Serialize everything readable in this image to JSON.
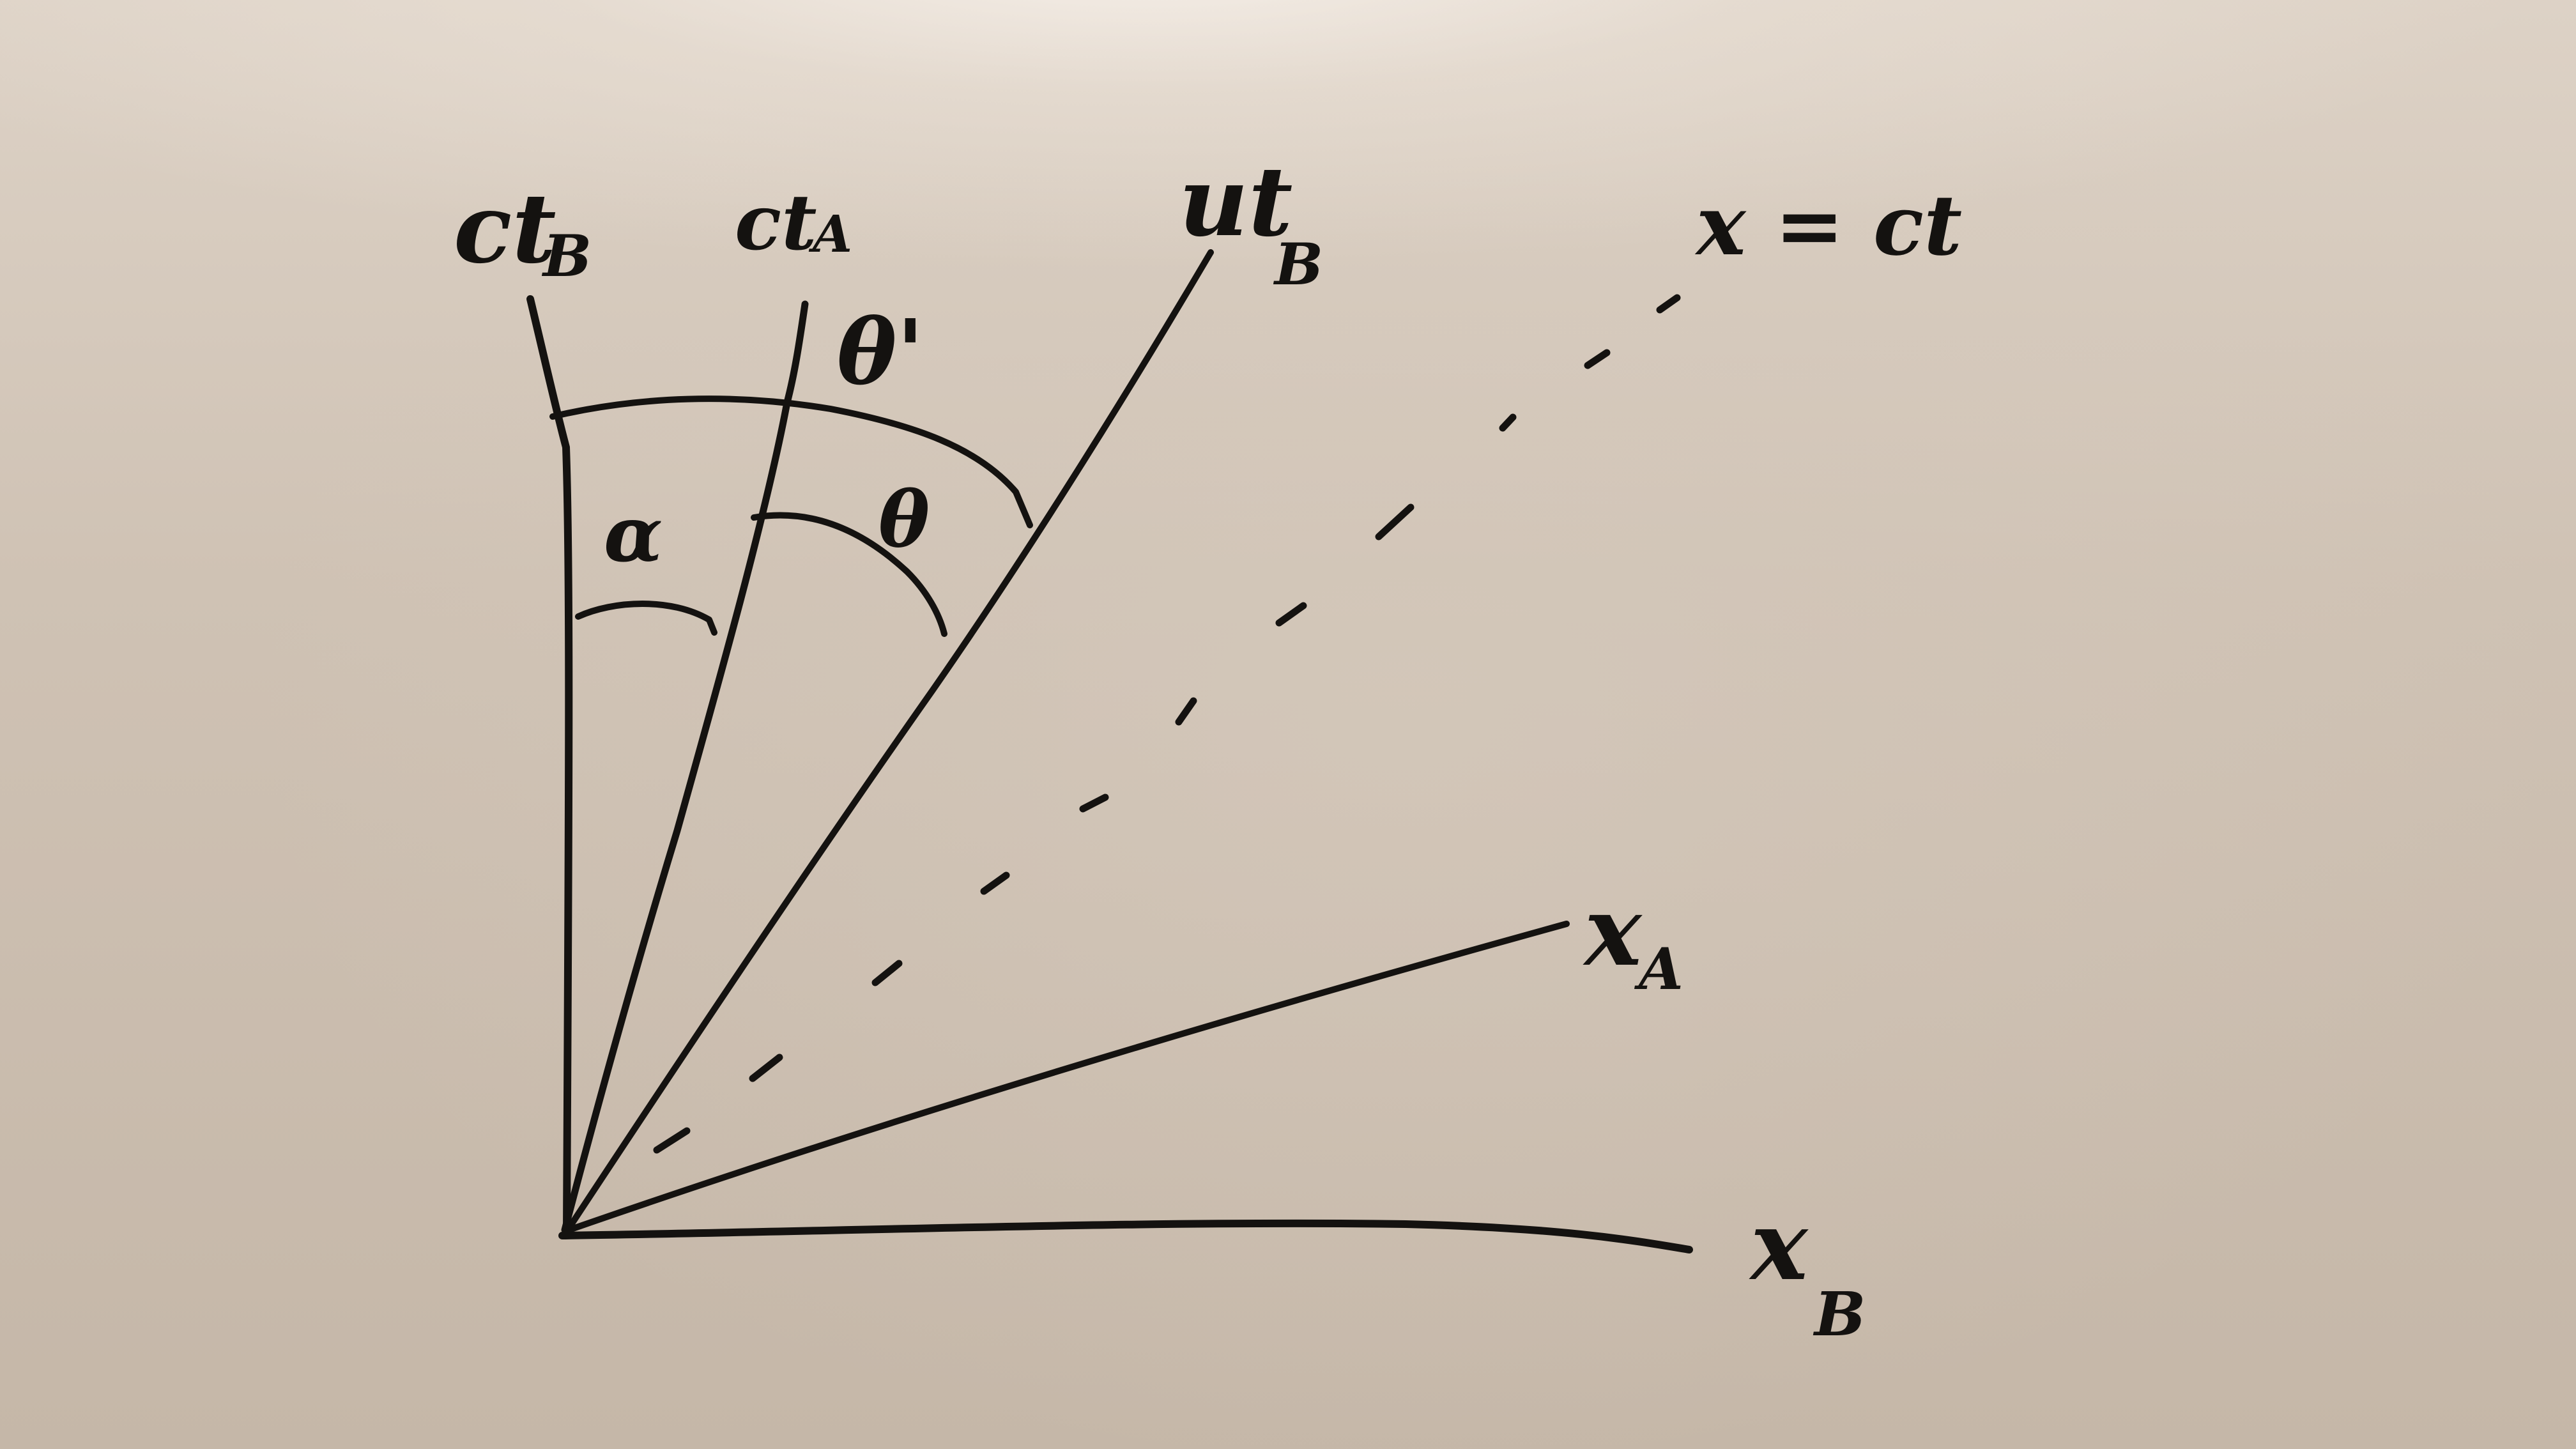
{
  "diagram": {
    "labels": {
      "ct_b_left": {
        "main": "ct",
        "sub": "B"
      },
      "ct_a": {
        "main": "ct",
        "sub": "A"
      },
      "ut_b": {
        "main": "ut",
        "sub": "B"
      },
      "light_line": "x = ct",
      "x_a": {
        "main": "x",
        "sub": "A"
      },
      "x_b": {
        "main": "x",
        "sub": "B"
      }
    },
    "angles": {
      "theta_prime": "θ'",
      "alpha": "α",
      "theta": "θ"
    },
    "colors": {
      "ink": "#141210",
      "board": "#c9bcae"
    }
  }
}
